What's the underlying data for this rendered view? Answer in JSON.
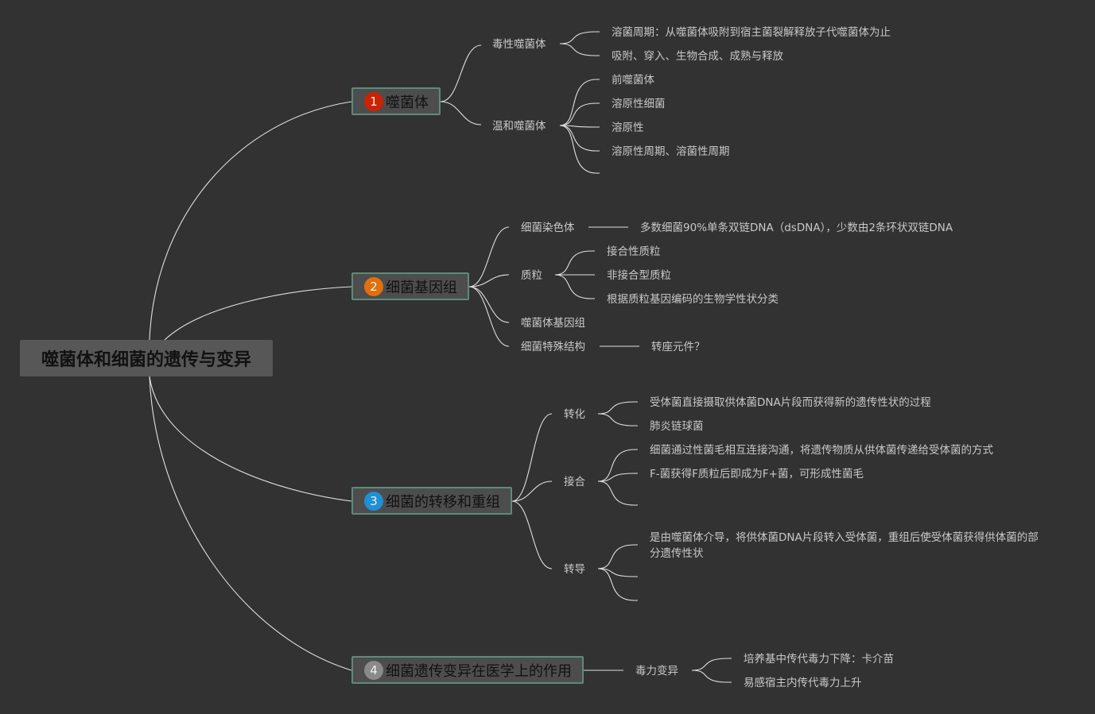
{
  "root": {
    "label": "噬菌体和细菌的遗传与变异"
  },
  "colors": {
    "background": "#323232",
    "line": "#e0e0e0",
    "marker_1": "#cc2200",
    "marker_2": "#e0700e",
    "marker_3": "#1e90d6",
    "marker_4": "#8a8a8a"
  },
  "branches": [
    {
      "marker": "1",
      "label": "噬菌体",
      "children": [
        {
          "label": "毒性噬菌体",
          "children": [
            {
              "label": "溶菌周期：从噬菌体吸附到宿主菌裂解释放子代噬菌体为止"
            },
            {
              "label": "吸附、穿入、生物合成、成熟与释放"
            }
          ]
        },
        {
          "label": "温和噬菌体",
          "children": [
            {
              "label": "前噬菌体"
            },
            {
              "label": "溶原性细菌"
            },
            {
              "label": "溶原性"
            },
            {
              "label": "溶原性周期、溶菌性周期"
            },
            {
              "label": ""
            }
          ]
        }
      ]
    },
    {
      "marker": "2",
      "label": "细菌基因组",
      "children": [
        {
          "label": "细菌染色体",
          "children": [
            {
              "label": "多数细菌90%单条双链DNA（dsDNA），少数由2条环状双链DNA"
            }
          ]
        },
        {
          "label": "质粒",
          "children": [
            {
              "label": "接合性质粒"
            },
            {
              "label": "非接合型质粒"
            },
            {
              "label": "根据质粒基因编码的生物学性状分类"
            }
          ]
        },
        {
          "label": "噬菌体基因组"
        },
        {
          "label": "细菌特殊结构",
          "children": [
            {
              "label": "转座元件？"
            }
          ]
        }
      ]
    },
    {
      "marker": "3",
      "label": "细菌的转移和重组",
      "children": [
        {
          "label": "转化",
          "children": [
            {
              "label": "受体菌直接摄取供体菌DNA片段而获得新的遗传性状的过程"
            },
            {
              "label": "肺炎链球菌"
            }
          ]
        },
        {
          "label": "接合",
          "children": [
            {
              "label": "细菌通过性菌毛相互连接沟通，将遗传物质从供体菌传递给受体菌的方式"
            },
            {
              "label": "F-菌获得F质粒后即成为F+菌，可形成性菌毛"
            },
            {
              "label": ""
            }
          ]
        },
        {
          "label": "转导",
          "children": [
            {
              "label": "是由噬菌体介导，将供体菌DNA片段转入受体菌，重组后使受体菌获得供体菌的部分遗传性状"
            },
            {
              "label": ""
            },
            {
              "label": ""
            }
          ]
        }
      ]
    },
    {
      "marker": "4",
      "label": "细菌遗传变异在医学上的作用",
      "children": [
        {
          "label": "毒力变异",
          "children": [
            {
              "label": "培养基中传代毒力下降：卡介苗"
            },
            {
              "label": "易感宿主内传代毒力上升"
            }
          ]
        }
      ]
    }
  ]
}
